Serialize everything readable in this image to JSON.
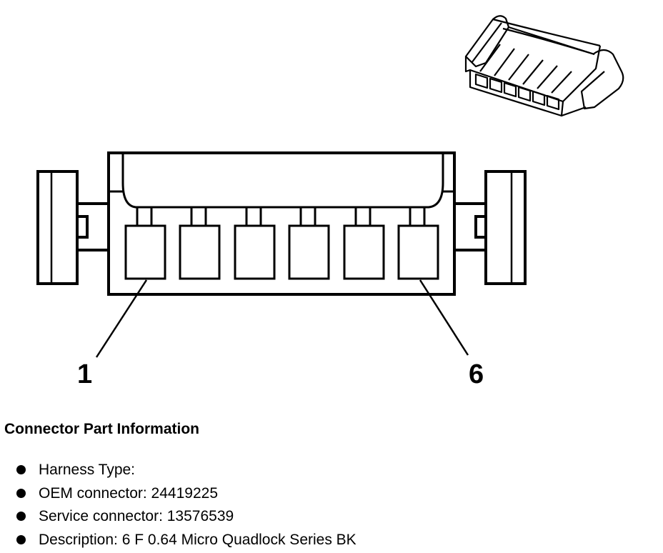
{
  "pin_labels": {
    "first": "1",
    "last": "6"
  },
  "info": {
    "title": "Connector Part Information",
    "items": [
      "Harness Type:",
      "OEM connector: 24419225",
      "Service connector: 13576539",
      "Description: 6 F 0.64 Micro Quadlock Series BK"
    ]
  },
  "colors": {
    "line": "#000000",
    "background": "#ffffff"
  }
}
